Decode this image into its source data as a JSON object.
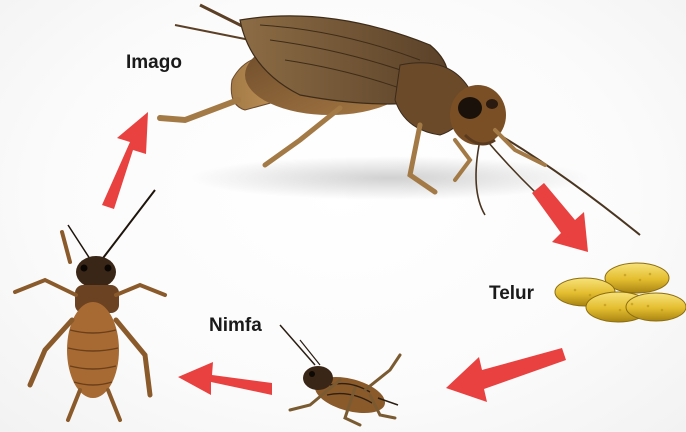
{
  "stages": {
    "imago": "Imago",
    "telur": "Telur",
    "nimfa": "Nimfa"
  },
  "colors": {
    "arrow": "#e8413f",
    "cricket_body": "#8a5a2b",
    "cricket_dark": "#3a2a1a",
    "egg": "#e8c63a",
    "background": "#ffffff"
  },
  "icons": [
    "cricket-adult-icon",
    "cricket-egg-icon",
    "cricket-nymph-icon",
    "cricket-young-adult-icon",
    "cycle-arrow-icon"
  ]
}
